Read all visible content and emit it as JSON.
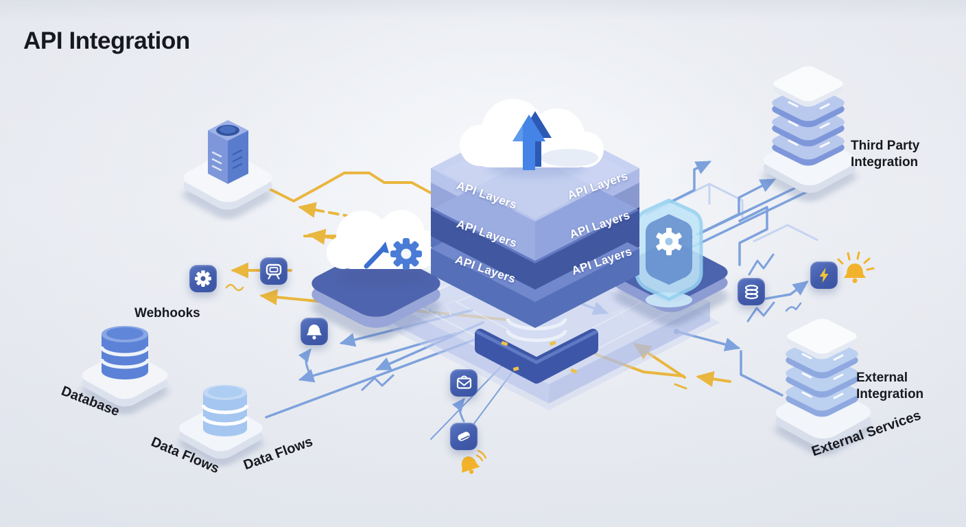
{
  "title": "API Integration",
  "labels": {
    "api_layers": "API Layers",
    "webhooks": "Webhooks",
    "database": "Database",
    "data_flows_1": "Data Flows",
    "data_flows_2": "Data Flows",
    "third_party_line1": "Third Party",
    "third_party_line2": "Integration",
    "external_line1": "External",
    "external_line2": "Integration",
    "external_services": "External Services"
  },
  "icons": [
    {
      "name": "cloud-upload-icon"
    },
    {
      "name": "cloud-sync-gear-icon"
    },
    {
      "name": "shield-gear-icon"
    },
    {
      "name": "gear-icon"
    },
    {
      "name": "message-icon"
    },
    {
      "name": "notification-bell-icon"
    },
    {
      "name": "mail-icon"
    },
    {
      "name": "tag-icon"
    },
    {
      "name": "database-icon"
    },
    {
      "name": "lightning-icon"
    },
    {
      "name": "alert-bell-icon"
    },
    {
      "name": "reminder-bell-icon"
    },
    {
      "name": "server-tower-icon"
    },
    {
      "name": "server-stack-icon"
    },
    {
      "name": "database-cylinder-icon"
    }
  ],
  "colors": {
    "background": "#e9ebf1",
    "title_text": "#17191f",
    "label_text": "#17191f",
    "layer_light": "#b7c3ea",
    "layer_dark": "#32447f",
    "layer_mid": "#5470b5",
    "accent_blue": "#4a63ad",
    "line_blue": "#7da1dc",
    "line_yellow": "#e9b63e",
    "shield_cyan": "#bfe5f8"
  }
}
